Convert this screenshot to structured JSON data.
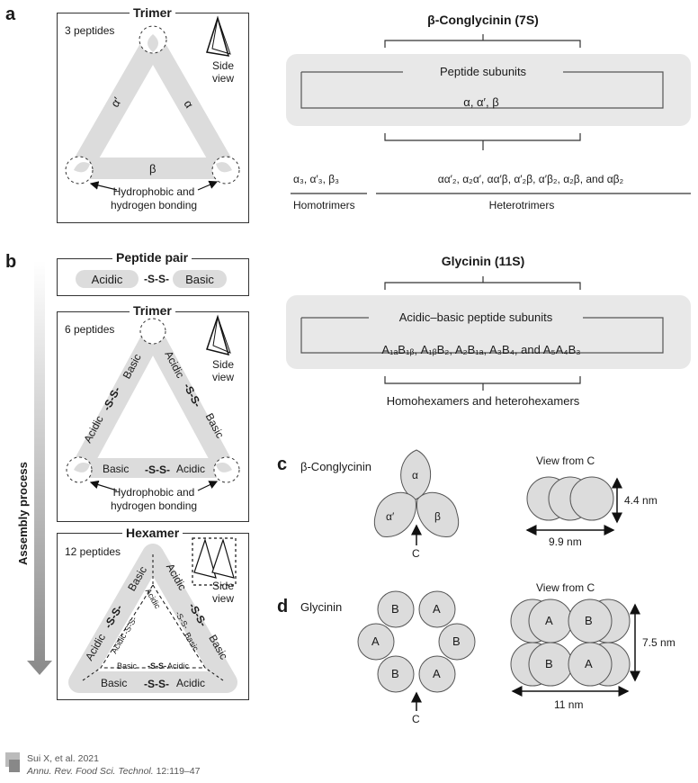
{
  "panels": {
    "a": "a",
    "b": "b",
    "c": "c",
    "d": "d"
  },
  "a": {
    "trimer_title": "Trimer",
    "peptides": "3 peptides",
    "alpha_prime": "α′",
    "alpha": "α",
    "beta": "β",
    "side_view": "Side view",
    "bonding": "Hydrophobic and hydrogen bonding",
    "conglycinin_title": "β-Conglycinin (7S)",
    "peptide_subunits": "Peptide subunits",
    "subunits": "α, α′, β",
    "homotrimer_formula": "α₃, α′₃, β₃",
    "heterotrimer_formula": "αα′₂, α₂α′, αα′β, α′₂β, α′β₂, α₂β, and αβ₂",
    "homotrimers": "Homotrimers",
    "heterotrimers": "Heterotrimers"
  },
  "b": {
    "peptide_pair": "Peptide pair",
    "acidic": "Acidic",
    "basic": "Basic",
    "ss": "-S-S-",
    "trimer_title": "Trimer",
    "peptides6": "6 peptides",
    "side_view": "Side view",
    "bonding": "Hydrophobic and hydrogen bonding",
    "hexamer_title": "Hexamer",
    "peptides12": "12 peptides",
    "assembly": "Assembly process",
    "glycinin_title": "Glycinin (11S)",
    "acidic_basic": "Acidic–basic peptide subunits",
    "subunit_formula": "A₁ₐB₁ᵦ, A₁ᵦB₂, A₂B₁ₐ, A₃B₄, and A₅A₄B₃",
    "hexamers": "Homohexamers and heterohexamers"
  },
  "c": {
    "label": "β-Conglycinin",
    "alpha": "α",
    "alpha_prime": "α′",
    "beta": "β",
    "c": "C",
    "view": "View from C",
    "height": "4.4 nm",
    "width": "9.9 nm"
  },
  "d": {
    "label": "Glycinin",
    "A": "A",
    "B": "B",
    "c": "C",
    "view": "View from C",
    "height": "7.5 nm",
    "width": "11 nm"
  },
  "citation": {
    "line1": "Sui X, et al. 2021",
    "journal": "Annu. Rev. Food Sci. Technol.",
    "pages": " 12:119–47"
  }
}
